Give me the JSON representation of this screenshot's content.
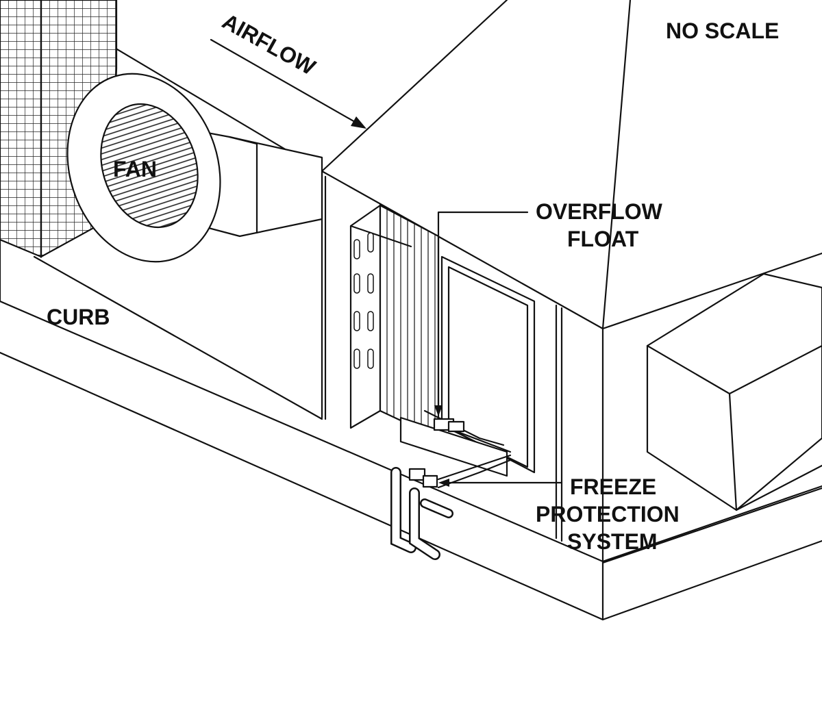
{
  "diagram": {
    "labels": {
      "no_scale": "NO SCALE",
      "airflow": "AIRFLOW",
      "fan": "FAN",
      "curb": "CURB",
      "overflow_float": [
        "OVERFLOW",
        "FLOAT"
      ],
      "freeze_protection": [
        "FREEZE",
        "PROTECTION",
        "SYSTEM"
      ]
    },
    "colors": {
      "line": "#111111",
      "background": "#ffffff"
    }
  }
}
